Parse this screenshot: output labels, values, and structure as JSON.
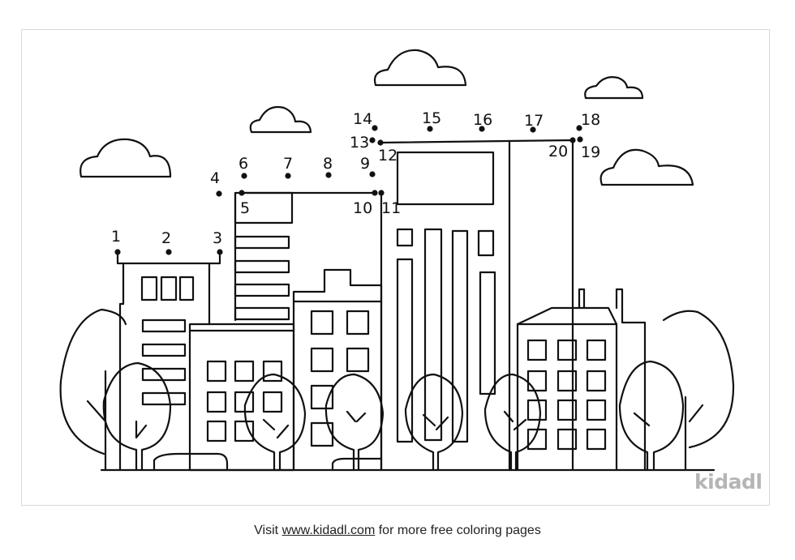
{
  "worksheet": {
    "dots": [
      {
        "n": "1"
      },
      {
        "n": "2"
      },
      {
        "n": "3"
      },
      {
        "n": "4"
      },
      {
        "n": "5"
      },
      {
        "n": "6"
      },
      {
        "n": "7"
      },
      {
        "n": "8"
      },
      {
        "n": "9"
      },
      {
        "n": "10"
      },
      {
        "n": "11"
      },
      {
        "n": "12"
      },
      {
        "n": "13"
      },
      {
        "n": "14"
      },
      {
        "n": "15"
      },
      {
        "n": "16"
      },
      {
        "n": "17"
      },
      {
        "n": "18"
      },
      {
        "n": "19"
      },
      {
        "n": "20"
      }
    ],
    "logo": "kidadl"
  },
  "footer": {
    "prefix": "Visit",
    "link": "www.kidadl.com",
    "suffix": "for more free coloring pages"
  }
}
